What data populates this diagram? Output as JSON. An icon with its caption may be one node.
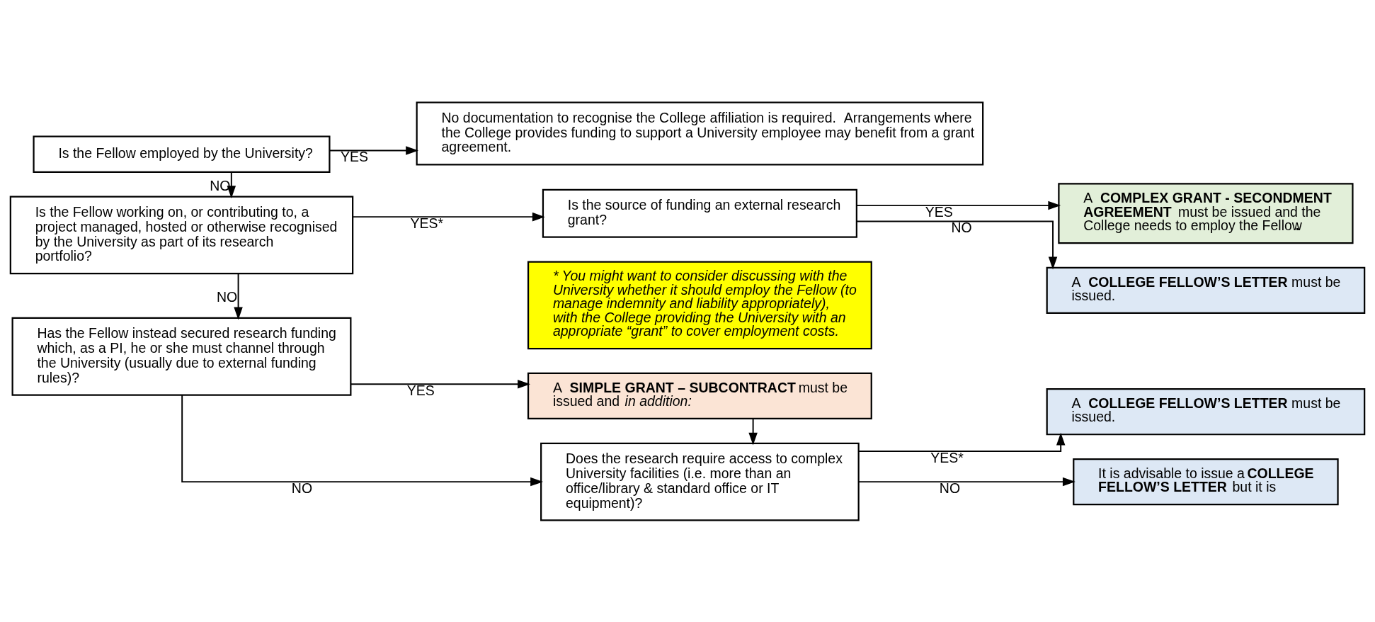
{
  "diagram": {
    "nodes": [
      {
        "text": [
          "Is the Fellow employed by the University?"
        ]
      },
      {
        "text": [
          "No documentation to recognise the College affiliation is required.  Arrangements where the College provides funding to support a University employee may benefit from a grant agreement."
        ]
      },
      {
        "text": [
          "Is the Fellow working on, or contributing to, a project managed, hosted or otherwise recognised by the University as part of its research portfolio?"
        ]
      },
      {
        "text": [
          "Is the source of funding an external research grant?"
        ]
      },
      {
        "text": [
          "A **COMPLEX GRANT - SECONDMENT AGREEMENT** must be issued and the College needs to employ the Fellow**.**"
        ]
      },
      {
        "text": [
          "A **COLLEGE FELLOW’S LETTER** must be issued."
        ]
      },
      {
        "text": [
          "* You might want to consider discussing with the University whether it should employ the Fellow (to manage indemnity and liability appropriately), with the College providing the University with an appropriate “grant” to cover employment costs."
        ]
      },
      {
        "text": [
          "Has the Fellow instead secured research funding which, as a PI, he or she must channel through the University (usually due to external funding rules)?"
        ]
      },
      {
        "text": [
          "A **SIMPLE GRANT – SUBCONTRACT** must be issued and *in addition:*"
        ]
      },
      {
        "text": [
          "Does the research require access to complex University facilities (i.e. more than an office/library & standard office or IT equipment)?"
        ]
      },
      {
        "text": [
          "A **COLLEGE FELLOW’S LETTER** must be issued."
        ]
      },
      {
        "text": [
          "It is advisable to issue a **COLLEGE FELLOW’S LETTER** but it is"
        ]
      }
    ],
    "edges": [
      {
        "from": 0,
        "to": 1,
        "arrow": "to",
        "label": "YES"
      },
      {
        "from": 0,
        "to": 2,
        "arrow": "to",
        "label": "NO"
      },
      {
        "from": 2,
        "to": 3,
        "arrow": "to",
        "label": "YES*"
      },
      {
        "from": 3,
        "to": 4,
        "arrow": "to",
        "label": "YES"
      },
      {
        "from": 3,
        "to": 5,
        "arrow": "to",
        "label": "NO"
      },
      {
        "from": 2,
        "to": 7,
        "arrow": "to",
        "label": "NO"
      },
      {
        "from": 7,
        "to": 8,
        "arrow": "to",
        "label": "YES"
      },
      {
        "from": 7,
        "to": 9,
        "arrow": "to",
        "label": "NO"
      },
      {
        "from": 8,
        "to": 9,
        "arrow": "to"
      },
      {
        "from": 9,
        "to": 10,
        "arrow": "to",
        "label": "YES*"
      },
      {
        "from": 9,
        "to": 11,
        "arrow": "to",
        "label": "NO"
      }
    ]
  }
}
